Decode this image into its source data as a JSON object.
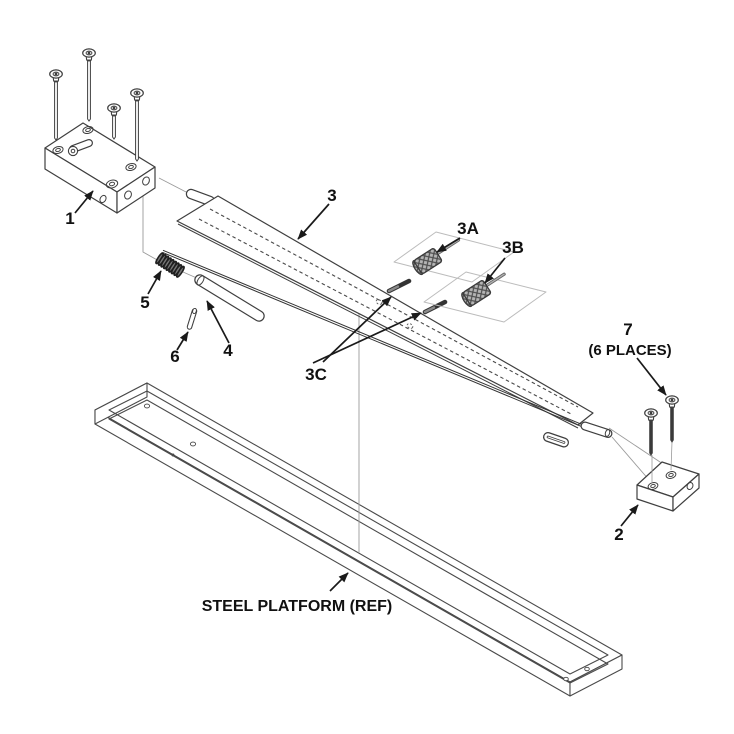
{
  "diagram": {
    "type": "exploded-parts-diagram",
    "labels": {
      "part_1": "1",
      "part_2": "2",
      "part_3": "3",
      "part_3a": "3A",
      "part_3b": "3B",
      "part_3c": "3C",
      "part_4": "4",
      "part_5": "5",
      "part_6": "6",
      "part_7": "7",
      "part_7_note": "(6 PLACES)",
      "platform_ref": "STEEL PLATFORM (REF)"
    },
    "colors": {
      "line": "#3f3f3f",
      "dark_part": "#333333",
      "ghost_line": "#bcbcbc",
      "phantom_line": "#9a9a9a",
      "text": "#111111",
      "background": "#ffffff"
    }
  }
}
